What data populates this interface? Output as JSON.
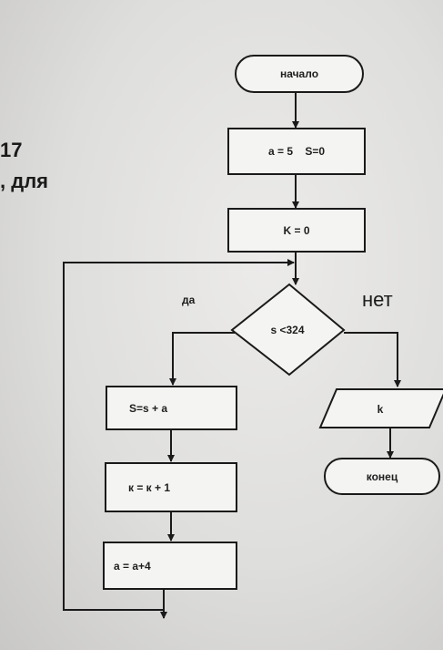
{
  "background_text": {
    "line1": "17",
    "line2": ", для"
  },
  "flowchart": {
    "start": "начало",
    "init_a_s": "a = 5    S=0",
    "init_k": "K = 0",
    "condition": "s <324",
    "yes_label": "да",
    "no_label": "нет",
    "step_s": "S=s + a",
    "step_k": "к = к + 1",
    "step_a": "a = a+4",
    "output": "k",
    "end": "конец"
  },
  "colors": {
    "ink": "#1a1a1a",
    "box_fill": "#f4f4f2",
    "paper": "#e3e2e0"
  }
}
